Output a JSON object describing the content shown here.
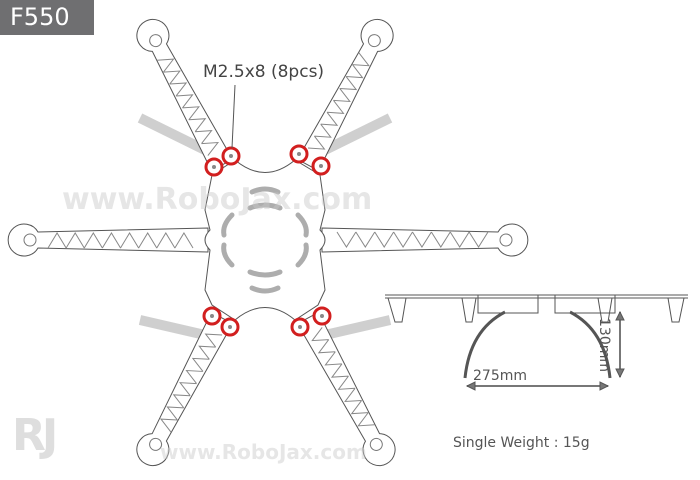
{
  "title": "F550",
  "callout": "M2.5x8 (8pcs)",
  "dimensions": {
    "width": "275mm",
    "height": "130mm"
  },
  "weight": "Single Weight  : 15g",
  "watermark": "www.RoboJax.com",
  "logo": "RJ",
  "colors": {
    "badge": "#6f6f71",
    "screw_ring": "#d21f1f",
    "line": "#555555"
  }
}
